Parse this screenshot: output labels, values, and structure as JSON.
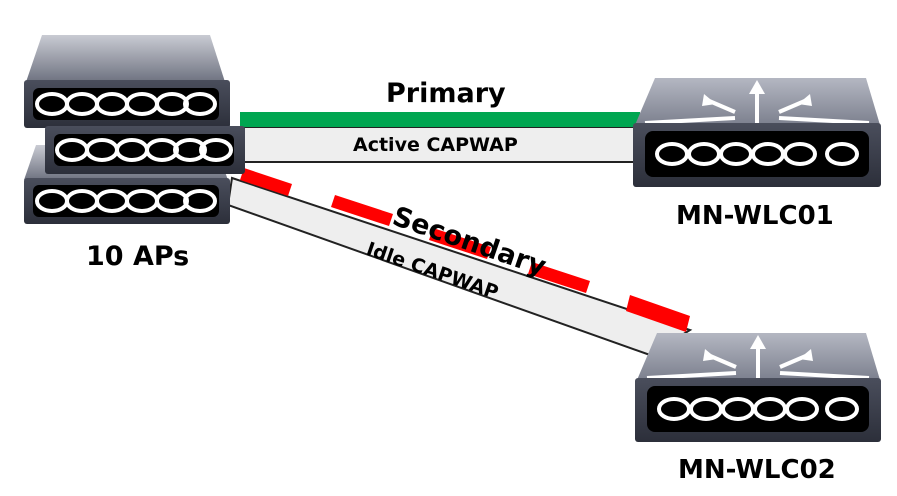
{
  "diagram": {
    "primary_link": {
      "title": "Primary",
      "label": "Active CAPWAP",
      "color": "#00a651"
    },
    "secondary_link": {
      "title": "Secondary",
      "label": "Idle CAPWAP",
      "color": "#ff0000"
    },
    "access_points": {
      "label": "10 APs"
    },
    "controllers": [
      {
        "name": "MN-WLC01"
      },
      {
        "name": "MN-WLC02"
      }
    ]
  }
}
